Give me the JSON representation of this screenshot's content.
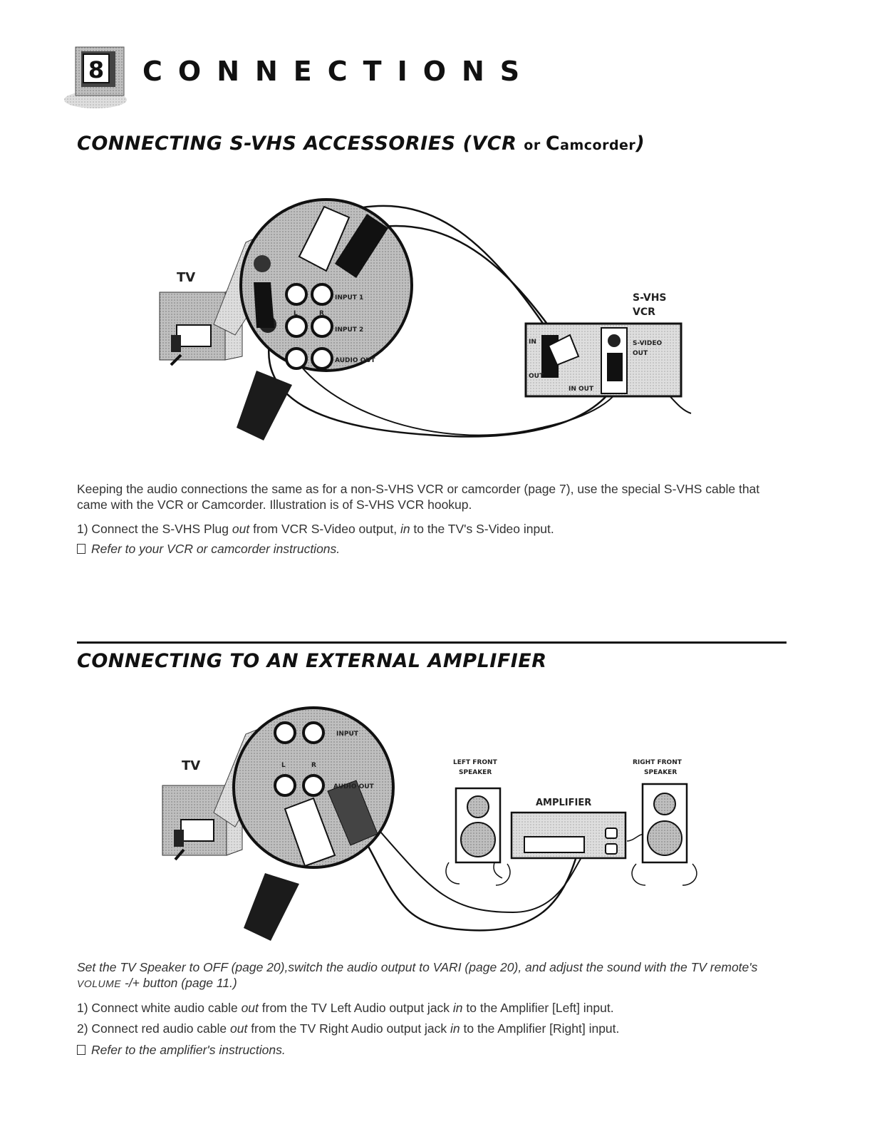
{
  "header": {
    "page_number": "8",
    "chapter_title": "CONNECTIONS"
  },
  "section1": {
    "heading_main": "CONNECTING S-VHS ACCESSORIES (VCR ",
    "heading_or": "or ",
    "heading_cap": "C",
    "heading_rest": "amcorder",
    "heading_close": ")",
    "diagram": {
      "tv_label": "TV",
      "vcr_label_line1": "S-VHS",
      "vcr_label_line2": "VCR",
      "jack_labels": {
        "input1": "INPUT 1",
        "input2": "INPUT 2",
        "audio_out": "AUDIO OUT",
        "l": "L",
        "r": "R",
        "vcr_in": "IN",
        "vcr_out": "OUT",
        "vcr_in_out": "IN OUT",
        "svideo": "S-VIDEO",
        "svideo_out": "OUT"
      }
    },
    "intro": "Keeping the audio connections the same as for a non-S-VHS VCR or camcorder (page 7), use the special S-VHS cable that came with the VCR or Camcorder. Illustration is of S-VHS VCR hookup.",
    "step1_a": "1) Connect the S-VHS Plug ",
    "step1_out": "out",
    "step1_b": " from VCR S-Video output, ",
    "step1_in": "in",
    "step1_c": "  to the TV's S-Video input.",
    "note": "Refer to your VCR or camcorder instructions."
  },
  "section2": {
    "heading": "CONNECTING TO AN EXTERNAL AMPLIFIER",
    "diagram": {
      "tv_label": "TV",
      "left_speaker_line1": "LEFT FRONT",
      "left_speaker_line2": "SPEAKER",
      "right_speaker_line1": "RIGHT FRONT",
      "right_speaker_line2": "SPEAKER",
      "amplifier_label": "AMPLIFIER",
      "jack_labels": {
        "input": "INPUT",
        "audio_out": "AUDIO OUT",
        "l": "L",
        "r": "R"
      }
    },
    "intro_a": "Set the TV Speaker to OFF (page 20),switch the audio output to VARI (page 20), and adjust the sound with the TV remote's ",
    "intro_volume": "VOLUME",
    "intro_b": " -/+ button (page 11.)",
    "step1_a": "1) Connect white audio cable ",
    "step1_out": "out",
    "step1_b": " from the TV Left Audio output jack ",
    "step1_in": "in",
    "step1_c": " to the Amplifier [Left] input.",
    "step2_a": "2) Connect red audio cable  ",
    "step2_out": "out",
    "step2_b": " from the TV Right Audio output jack  ",
    "step2_in": "in",
    "step2_c": " to the Amplifier [Right] input.",
    "note": "Refer to the amplifier's instructions."
  }
}
